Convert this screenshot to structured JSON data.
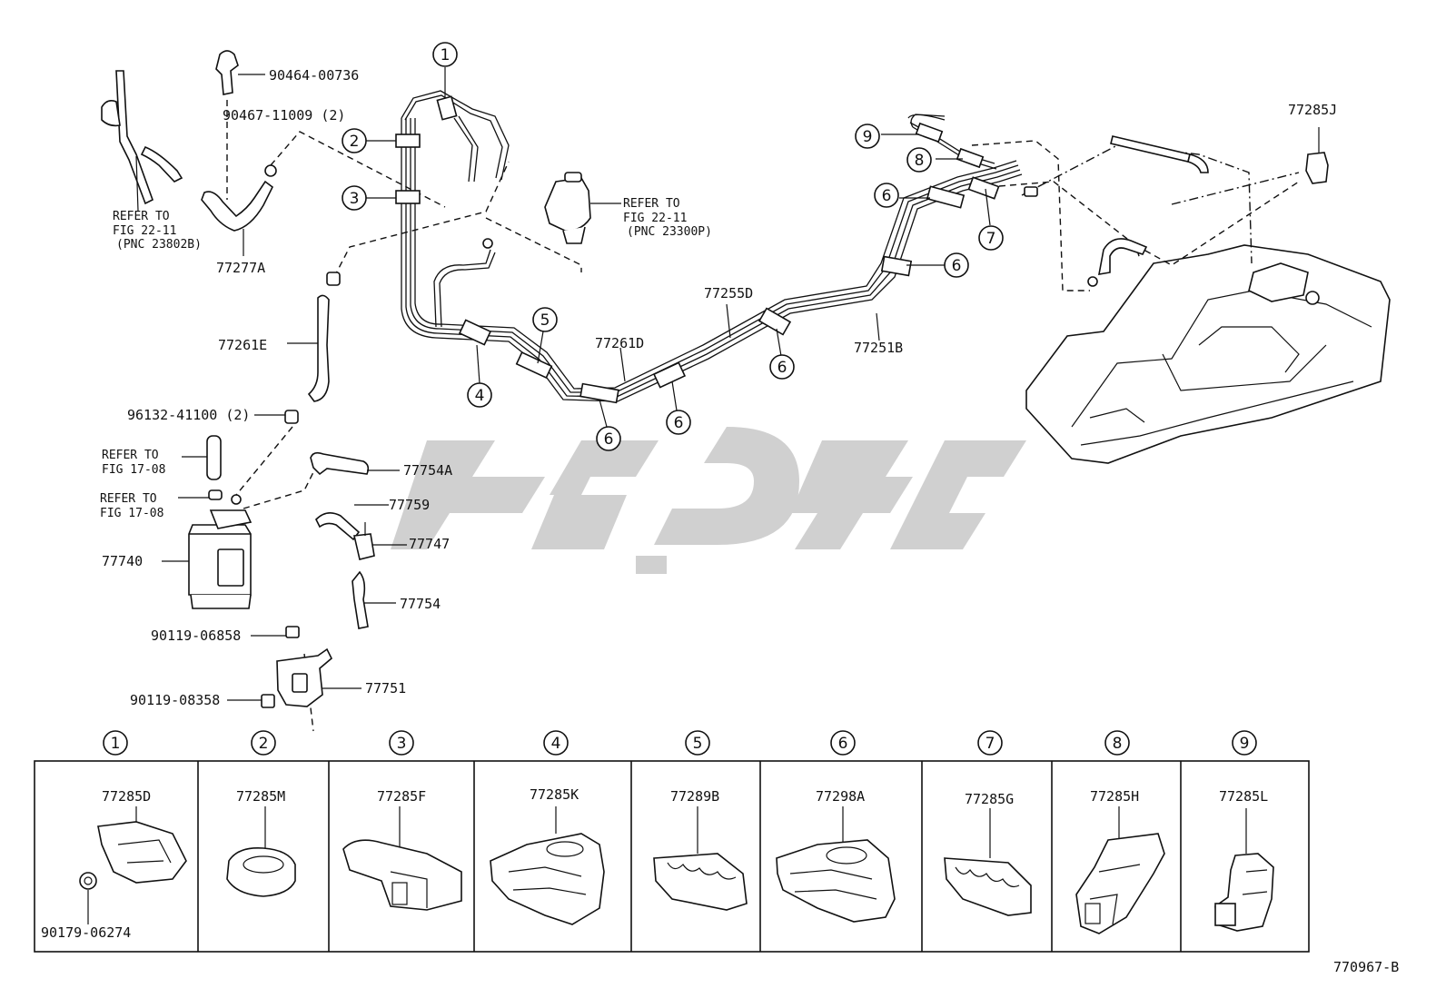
{
  "diagram": {
    "reference_code": "770967-B",
    "top_parts": [
      {
        "id": "90464-00736",
        "label": "90464-00736"
      },
      {
        "id": "90467-11009",
        "label": "90467-11009 (2)"
      },
      {
        "id": "77277A",
        "label": "77277A"
      },
      {
        "id": "77261E",
        "label": "77261E"
      },
      {
        "id": "96132-41100",
        "label": "96132-41100 (2)"
      },
      {
        "id": "77740",
        "label": "77740"
      },
      {
        "id": "90119-06858",
        "label": "90119-06858"
      },
      {
        "id": "90119-08358",
        "label": "90119-08358"
      },
      {
        "id": "77751",
        "label": "77751"
      },
      {
        "id": "77754A",
        "label": "77754A"
      },
      {
        "id": "77759",
        "label": "77759"
      },
      {
        "id": "77747",
        "label": "77747"
      },
      {
        "id": "77754",
        "label": "77754"
      },
      {
        "id": "77261D",
        "label": "77261D"
      },
      {
        "id": "77255D",
        "label": "77255D"
      },
      {
        "id": "77251B",
        "label": "77251B"
      },
      {
        "id": "77285J",
        "label": "77285J"
      }
    ],
    "refer_notes": {
      "fig2211a": {
        "line1": "REFER TO",
        "line2": "FIG 22-11",
        "line3": "(PNC 23802B)"
      },
      "fig2211b": {
        "line1": "REFER TO",
        "line2": "FIG 22-11",
        "line3": "(PNC 23300P)"
      },
      "fig1708a": {
        "line1": "REFER TO",
        "line2": "FIG 17-08"
      },
      "fig1708b": {
        "line1": "REFER TO",
        "line2": "FIG 17-08"
      }
    },
    "callout_numbers": [
      "1",
      "2",
      "3",
      "4",
      "5",
      "6",
      "7",
      "8",
      "9"
    ],
    "clip_table": [
      {
        "num": "1",
        "part": "77285D",
        "extra": "90179-06274"
      },
      {
        "num": "2",
        "part": "77285M"
      },
      {
        "num": "3",
        "part": "77285F"
      },
      {
        "num": "4",
        "part": "77285K"
      },
      {
        "num": "5",
        "part": "77289B"
      },
      {
        "num": "6",
        "part": "77298A"
      },
      {
        "num": "7",
        "part": "77285G"
      },
      {
        "num": "8",
        "part": "77285H"
      },
      {
        "num": "9",
        "part": "77285L"
      }
    ]
  }
}
